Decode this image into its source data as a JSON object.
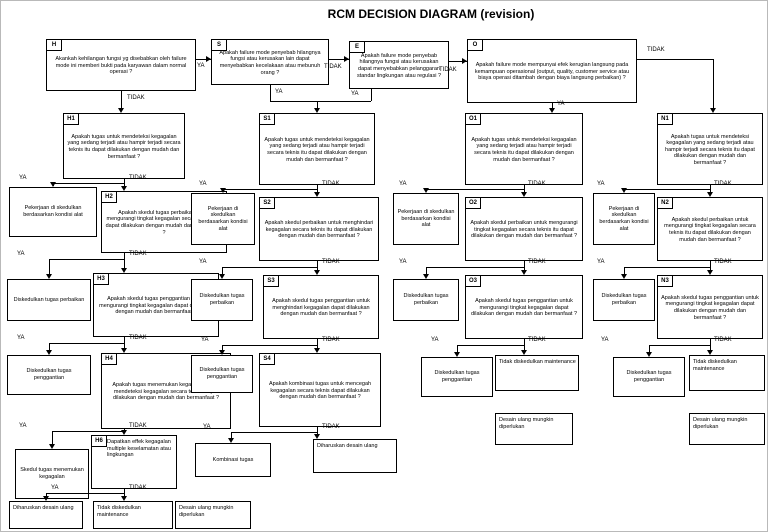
{
  "title": "RCM DECISION DIAGRAM (revision)",
  "labels": {
    "yes": "YA",
    "no": "TIDAK"
  },
  "boxes": {
    "h": {
      "code": "H",
      "text": "Akankah kehilangan fungsi yg disebabkan oleh failure mode ini memberi bukti pada karyawan dalam normal operasi ?"
    },
    "s": {
      "code": "S",
      "text": "Apakah failure mode penyebab hilangnya fungsi atau kerusakan lain dapat menyebabkan kecelakaan atau mebunuh orang ?"
    },
    "e": {
      "code": "E",
      "text": "Apakah failure mode penyebab hilangnya fungsi atau kerusakan dapat menyebabkan pelanggaran standar lingkungan atau regulasi ?"
    },
    "o": {
      "code": "O",
      "text": "Apakah failure mode mempunyai efek kerugian langsung pada kemampuan operasional (output, quality, customer service atau biaya operasi ditambah dengan biaya langsung perbaikan) ?"
    },
    "h1": {
      "code": "H1",
      "text": "Apakah tugas untuk mendeteksi kegagalan yang sedang terjadi atau hampir terjadi secara teknis itu dapat dilakukan dengan mudah dan bermanfaat ?"
    },
    "h2": {
      "code": "H2",
      "text": "Apakah skedul tugas perbaikan untuk mengurangi tingkat kegagalan secara teknis itu dapat dilakukan dengan mudah dan bermanfaat ?"
    },
    "h3": {
      "code": "H3",
      "text": "Apakah skedul tugas penggantian untuk mengurangi tingkat kegagalan dapat dilakukan dengan mudah dan bermanfaat ?"
    },
    "h4": {
      "code": "H4",
      "text": "Apakah tugas menemukan kegagalan untuk mendeteksi kegagalan secara teknis dapat dilakukan dengan mudah dan bermanfaat ?"
    },
    "h6": {
      "code": "H6",
      "text": "Dapatkan effek kegagalan multiple keselamatan atau lingkungan"
    },
    "s1": {
      "code": "S1",
      "text": "Apakah tugas untuk mendeteksi kegagalan yang sedang terjadi atau hampir terjadi secara teknis itu dapat dilakukan dengan mudah dan bermanfaat ?"
    },
    "s2": {
      "code": "S2",
      "text": "Apakah skedul perbaikan untuk menghindari kegagalan secara teknis itu dapat dilakukan dengan mudah dan bermanfaat ?"
    },
    "s3": {
      "code": "S3",
      "text": "Apakah skedul tugas penggantian untuk menghindari kegagalan dapat dilakukan dengan mudah dan bermanfaat ?"
    },
    "s4": {
      "code": "S4",
      "text": "Apakah kombinasi tugas untuk mencegah kegagalan secara teknis dapat dilakukan dengan mudah dan bermanfaat ?"
    },
    "o1": {
      "code": "O1",
      "text": "Apakah tugas untuk mendeteksi kegagalan yang sedang terjadi atau hampir terjadi secara teknis itu dapat dilakukan dengan mudah dan bermanfaat ?"
    },
    "o2": {
      "code": "O2",
      "text": "Apakah skedul perbaikan untuk mengurangi tingkat kegagalan secara teknis itu dapat dilakukan dengan mudah dan bermanfaat ?"
    },
    "o3": {
      "code": "O3",
      "text": "Apakah skedul tugas penggantian untuk mengurangi tingkat kegagalan dapat dilakukan dengan mudah dan bermanfaat ?"
    },
    "n1": {
      "code": "N1",
      "text": "Apakah tugas untuk mendeteksi kegagalan yang sedang terjadi atau hampir terjadi secara teknis itu dapat dilakukan dengan mudah dan bermanfaat ?"
    },
    "n2": {
      "code": "N2",
      "text": "Apakah skedul perbaikan untuk mengurangi tingkat kegagalan secara teknis itu dapat dilakukan dengan mudah dan bermanfaat ?"
    },
    "n3": {
      "code": "N3",
      "text": "Apakah skedul tugas penggantian untuk mengurangi tingkat kegagalan dapat dilakukan dengan mudah dan bermanfaat ?"
    },
    "t_h_kondisi": {
      "text": "Pekerjaan di skedulkan berdasarkan kondisi alat"
    },
    "t_h_perbaikan": {
      "text": "Diskedulkan tugas perbaikan"
    },
    "t_h_penggantian": {
      "text": "Diskedulkan tugas penggantian"
    },
    "t_h_menemukan": {
      "text": "Skedul tugas menemukan kegagalan"
    },
    "t_h_desain": {
      "text": "Diharuskan desain ulang"
    },
    "t_h_maint": {
      "text": "Tidak diskedulkan maintenance"
    },
    "t_h_desain2": {
      "text": "Desain ulang mungkin diperlukan"
    },
    "t_s_kondisi": {
      "text": "Pekerjaan di skedulkan berdasarkan kondisi alat"
    },
    "t_s_perbaikan": {
      "text": "Diskedulkan tugas perbaikan"
    },
    "t_s_penggantian": {
      "text": "Diskedulkan tugas penggantian"
    },
    "t_s_kombinasi": {
      "text": "Kombinasi tugas"
    },
    "t_s_desain": {
      "text": "Diharuskan desain ulang"
    },
    "t_o_kondisi": {
      "text": "Pekerjaan di skedulkan berdasarkan kondisi alat"
    },
    "t_o_perbaikan": {
      "text": "Diskedulkan tugas perbaikan"
    },
    "t_o_penggantian": {
      "text": "Diskedulkan tugas penggantian"
    },
    "t_o_maint": {
      "text": "Tidak diskedulkan maintenance"
    },
    "t_o_desain2": {
      "text": "Desain ulang mungkin diperlukan"
    },
    "t_n_kondisi": {
      "text": "Pekerjaan di skedulkan berdasarkan kondisi alat"
    },
    "t_n_perbaikan": {
      "text": "Diskedulkan tugas perbaikan"
    },
    "t_n_penggantian": {
      "text": "Diskedulkan tugas penggantian"
    },
    "t_n_maint": {
      "text": "Tidak diskedulkan maintenance"
    },
    "t_n_desain2": {
      "text": "Desain ulang mungkin diperlukan"
    }
  }
}
